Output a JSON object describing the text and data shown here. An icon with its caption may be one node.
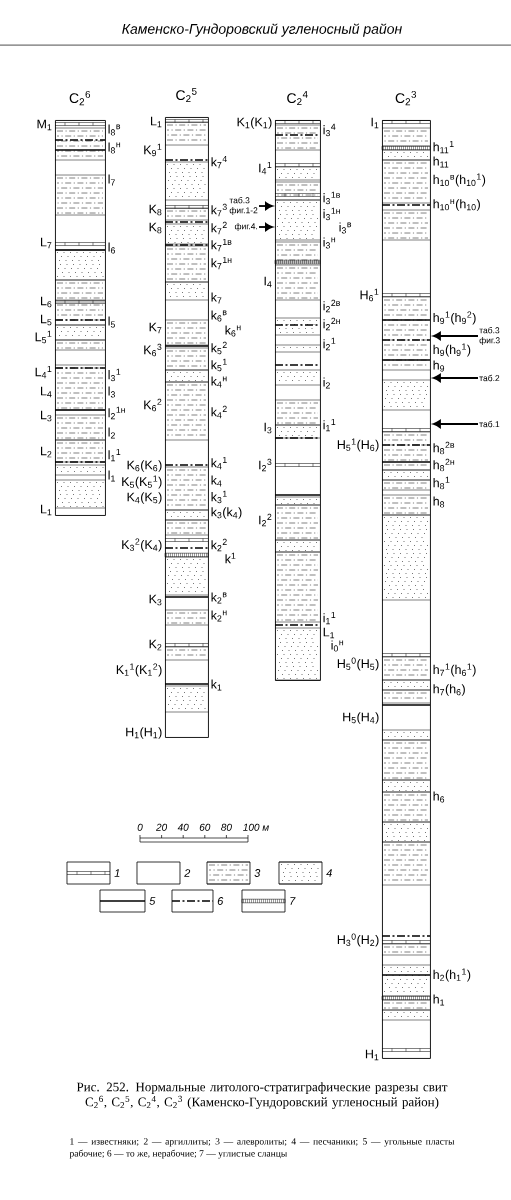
{
  "diagram": {
    "title": "Каменско-Гундоровский угленосный район",
    "caption": "Рис. 252. Нормальные литолого-стратиграфические разрезы свит C$_{2}$$^{6}$, C$_{2}$$^{5}$, C$_{2}$$^{4}$, C$_{2}$$^{3}$ (Каменско-Гундоровский угленосный район)",
    "nodes": [
      {
        "text": [
          "C$_{2}$$^{6}$"
        ],
        "beside": [
          "M$_{1}$",
          "L$_{7}$",
          "L$_{6}$",
          "L$_{5}$",
          "L$_{5}$$^{1}$",
          "L$_{4}$$^{1}$",
          "L$_{4}$",
          "L$_{3}$",
          "L$_{2}$",
          "L$_{1}$",
          "l$_{8}$$^{в}$",
          "l$_{8}$$^{н}$",
          "l$_{7}$",
          "l$_{6}$",
          "l$_{5}$",
          "l$_{3}$$^{1}$",
          "l$_{3}$",
          "l$_{2}$$^{1н}$",
          "l$_{2}$",
          "l$_{1}$$^{1}$",
          "l$_{1}$"
        ]
      },
      {
        "text": [
          "C$_{2}$$^{5}$"
        ],
        "beside": [
          "L$_{1}$",
          "K$_{9}$$^{1}$",
          "K$_{8}$",
          "K$_{8}$",
          "K$_{7}$",
          "K$_{6}$$^{3}$",
          "K$_{6}$$^{2}$",
          "K$_{6}$(K$_{6}$)",
          "K$_{5}$(K$_{5}$$^{1}$)",
          "K$_{4}$(K$_{5}$)",
          "K$_{3}$$^{2}$(K$_{4}$)",
          "K$_{3}$",
          "K$_{2}$",
          "K$_{1}$$^{1}$(K$_{1}$$^{2}$)",
          "H$_{1}$(H$_{1}$)",
          "k$_{7}$$^{4}$",
          "k$_{7}$$^{3}$",
          "k$_{7}$$^{2}$",
          "k$_{7}$$^{1в}$",
          "k$_{7}$$^{1н}$",
          "k$_{7}$",
          "k$_{6}$$^{в}$",
          "k$_{6}$$^{н}$",
          "k$_{5}$$^{2}$",
          "k$_{5}$$^{1}$",
          "k$_{4}$$^{н}$",
          "k$_{4}$$^{2}$",
          "k$_{4}$$^{1}$",
          "k$_{4}$",
          "k$_{3}$$^{1}$",
          "k$_{3}$(k$_{4}$)",
          "k$_{2}$$^{2}$",
          "k$^{1}$",
          "k$_{2}$$^{в}$",
          "k$_{2}$$^{н}$",
          "k$_{1}$"
        ]
      },
      {
        "text": [
          "C$_{2}$$^{4}$"
        ],
        "beside": [
          "K$_{1}$(K$_{1}$)",
          "I$_{4}$$^{1}$",
          "I$_{4}$",
          "I$_{3}$",
          "I$_{2}$$^{3}$",
          "I$_{2}$$^{2}$",
          "i$_{3}$$^{4}$",
          "i$_{3}$$^{1в}$",
          "i$_{3}$$^{1н}$",
          "i$_{3}$$^{в}$",
          "i$_{3}$$^{н}$",
          "i$_{2}$$^{2в}$",
          "i$_{2}$$^{2н}$",
          "i$_{2}$$^{1}$",
          "i$_{2}$",
          "i$_{1}$$^{1}$",
          "i$_{1}$$^{1}$",
          "L$_{1}$",
          "i$_{0}$$^{н}$"
        ]
      },
      {
        "text": [
          "C$_{2}$$^{3}$"
        ],
        "beside": [
          "I$_{1}$",
          "H$_{6}$$^{1}$",
          "H$_{5}$$^{1}$(H$_{6}$)",
          "H$_{5}$$^{0}$(H$_{5}$)",
          "H$_{5}$(H$_{4}$)",
          "H$_{3}$$^{0}$(H$_{2}$)",
          "H$_{1}$",
          "h$_{11}$$^{1}$",
          "h$_{11}$",
          "h$_{10}$$^{в}$(h$_{10}$$^{1}$)",
          "h$_{10}$$^{н}$(h$_{10}$)",
          "h$_{9}$$^{1}$(h$_{9}$$^{2}$)",
          "h$_{9}$(h$_{9}$$^{1}$)",
          "h$_{9}$",
          "h$_{8}$$^{2в}$",
          "h$_{8}$$^{2н}$",
          "h$_{8}$$^{1}$",
          "h$_{8}$",
          "h$_{7}$$^{1}$(h$_{6}$$^{1}$)",
          "h$_{7}$(h$_{6}$)",
          "h$_{6}$",
          "h$_{2}$(h$_{1}$$^{1}$)",
          "h$_{1}$"
        ]
      },
      {
        "text": [
          "таб.3",
          "фиг.1-2"
        ]
      },
      {
        "text": [
          "фиг.4."
        ]
      },
      {
        "text": [
          "таб.3",
          "фиг.3"
        ]
      },
      {
        "text": [
          "таб.2"
        ]
      },
      {
        "text": [
          "таб.1"
        ]
      }
    ],
    "edges": [
      {
        "from": 4,
        "to": 2,
        "arrow": "to"
      },
      {
        "from": 5,
        "to": 2,
        "arrow": "to"
      },
      {
        "from": 6,
        "to": 3,
        "arrow": "to"
      },
      {
        "from": 7,
        "to": 3,
        "arrow": "to"
      },
      {
        "from": 8,
        "to": 3,
        "arrow": "to"
      }
    ],
    "labels": [
      "0",
      "20",
      "40",
      "60",
      "80",
      "100 м",
      "1 — известняки; 2 — аргиллиты; 3 — алевролиты; 4 — песчаники; 5 — угольные пласты рабочие; 6 — то же, нерабочие; 7 — углистые сланцы"
    ],
    "legend": [
      {
        "text": "1"
      },
      {
        "text": "2"
      },
      {
        "text": "3"
      },
      {
        "text": "4"
      },
      {
        "text": "5"
      },
      {
        "text": "6"
      },
      {
        "text": "7"
      }
    ]
  }
}
